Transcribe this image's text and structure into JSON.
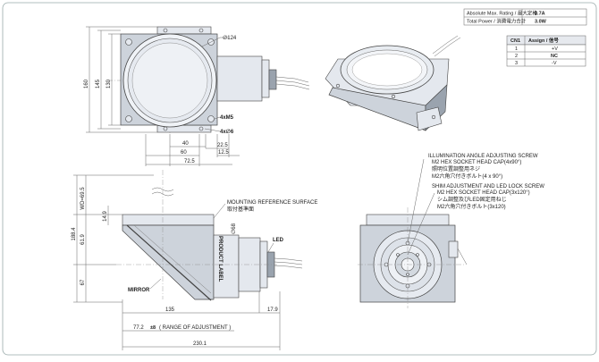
{
  "spec_table": {
    "rows": [
      {
        "label": "Absolute Max. Rating / 最大定格",
        "value": "0.7A"
      },
      {
        "label": "Total Power / 消費電力合計",
        "value": "3.0W"
      }
    ]
  },
  "pin_table": {
    "headers": {
      "pin": "CN1",
      "assign": "Assign / 信号"
    },
    "rows": [
      {
        "pin": "1",
        "assign": "+V"
      },
      {
        "pin": "2",
        "assign": "NC"
      },
      {
        "pin": "3",
        "assign": "-V"
      }
    ]
  },
  "front_view": {
    "dims": {
      "d124": "∅124",
      "h160": "160",
      "h145": "145",
      "h130": "130",
      "screws": "4xM5",
      "holes": "4x∅6",
      "w40": "40",
      "w225": "22.5",
      "w60": "60",
      "w125": "12.5",
      "w725": "72.5"
    }
  },
  "side_view": {
    "labels": {
      "mounting_en": "MOUNTING REFERENCE SURFACE",
      "mounting_jp": "取付基準面",
      "led": "LED",
      "product_label": "PRODUCT LABEL",
      "mirror": "MIRROR",
      "d68": "∅68"
    },
    "dims": {
      "wd": "WD=69.5",
      "h149": "14.9",
      "h1884": "188.4",
      "h619": "61.9",
      "h67": "67",
      "w135": "135",
      "w179": "17.9",
      "adj_value": "77.2",
      "adj_tol": "±8",
      "adj_text": "( RANGE OF ADJUSTMENT )",
      "w2301": "230.1"
    }
  },
  "notes": {
    "illum_en1": "ILLUMINATION ANGLE ADJUSTING SCREW",
    "illum_en2": "M2 HEX SOCKET HEAD CAP(4x90°)",
    "illum_jp1": "照明位置調整用ネジ",
    "illum_jp2": "M2六角穴付きボルト(4 x 90°)",
    "shim_en1": "SHIM ADJUSTMENT AND LED LOCK SCREW",
    "shim_en2": "M2 HEX SOCKET HEAD CAP(3x120°)",
    "shim_jp1": "シム調整及びLED固定用ねじ",
    "shim_jp2": "M2六角穴付きボルト(3x120)"
  }
}
